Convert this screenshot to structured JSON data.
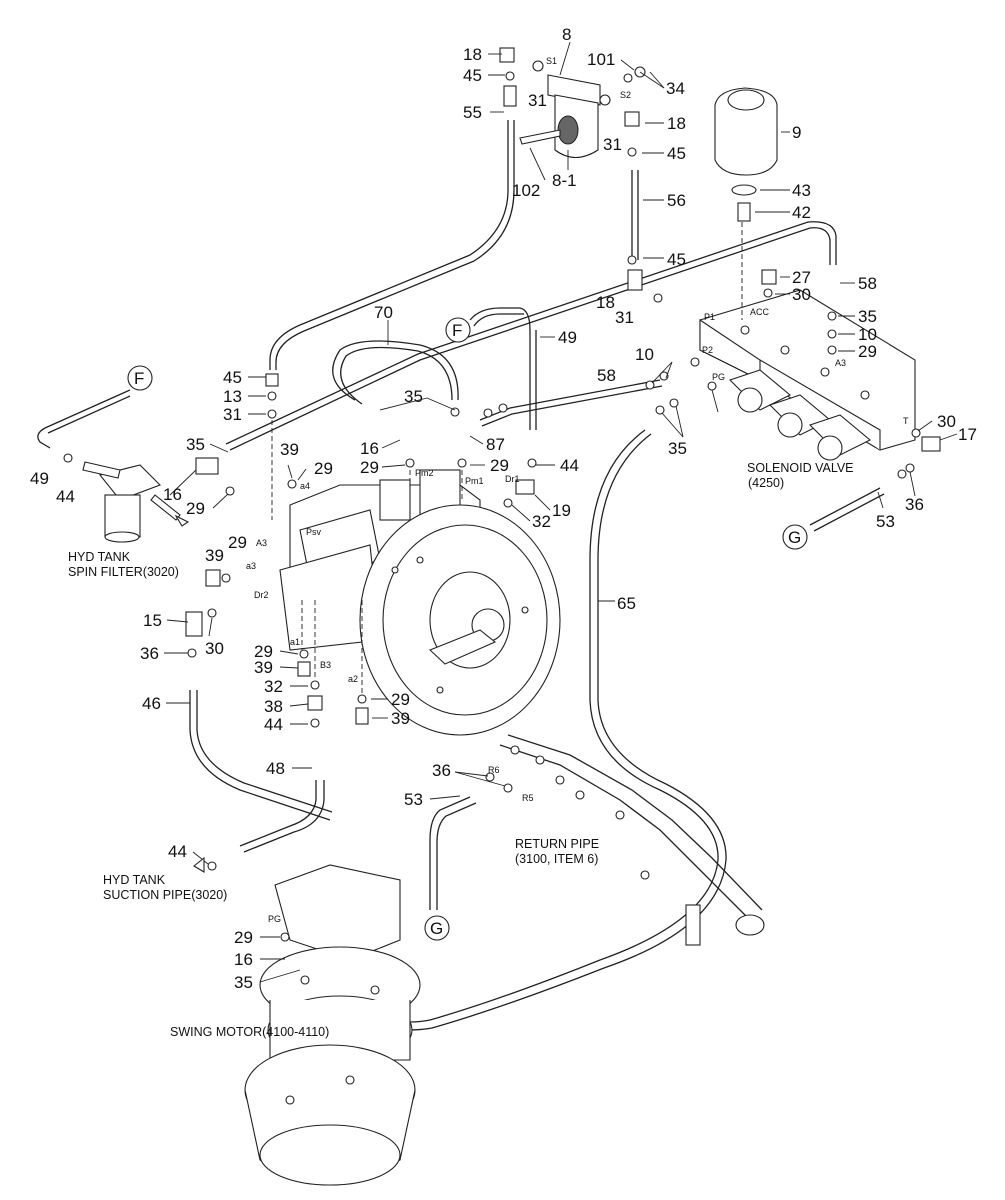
{
  "part_numbers": [
    {
      "n": "8"
    },
    {
      "n": "18"
    },
    {
      "n": "45"
    },
    {
      "n": "31"
    },
    {
      "n": "S1",
      "small": true
    },
    {
      "n": "101"
    },
    {
      "n": "34"
    },
    {
      "n": "S2",
      "small": true
    },
    {
      "n": "18"
    },
    {
      "n": "31"
    },
    {
      "n": "45"
    },
    {
      "n": "55"
    },
    {
      "n": "102"
    },
    {
      "n": "8-1"
    },
    {
      "n": "9"
    },
    {
      "n": "56"
    },
    {
      "n": "43"
    },
    {
      "n": "42"
    },
    {
      "n": "45"
    },
    {
      "n": "27"
    },
    {
      "n": "18"
    },
    {
      "n": "31"
    },
    {
      "n": "30"
    },
    {
      "n": "58"
    },
    {
      "n": "70"
    },
    {
      "n": "49"
    },
    {
      "n": "35"
    },
    {
      "n": "10"
    },
    {
      "n": "29"
    },
    {
      "n": "45"
    },
    {
      "n": "13"
    },
    {
      "n": "31"
    },
    {
      "n": "10"
    },
    {
      "n": "58"
    },
    {
      "n": "35"
    },
    {
      "n": "87"
    },
    {
      "n": "16"
    },
    {
      "n": "35"
    },
    {
      "n": "39"
    },
    {
      "n": "29"
    },
    {
      "n": "29"
    },
    {
      "n": "44"
    },
    {
      "n": "29"
    },
    {
      "n": "35"
    },
    {
      "n": "30"
    },
    {
      "n": "17"
    },
    {
      "n": "49"
    },
    {
      "n": "44"
    },
    {
      "n": "16"
    },
    {
      "n": "29"
    },
    {
      "n": "32"
    },
    {
      "n": "19"
    },
    {
      "n": "36"
    },
    {
      "n": "53"
    },
    {
      "n": "39"
    },
    {
      "n": "29"
    },
    {
      "n": "15"
    },
    {
      "n": "30"
    },
    {
      "n": "65"
    },
    {
      "n": "36"
    },
    {
      "n": "29"
    },
    {
      "n": "39"
    },
    {
      "n": "32"
    },
    {
      "n": "46"
    },
    {
      "n": "38"
    },
    {
      "n": "29"
    },
    {
      "n": "44"
    },
    {
      "n": "39"
    },
    {
      "n": "48"
    },
    {
      "n": "36"
    },
    {
      "n": "53"
    },
    {
      "n": "44"
    },
    {
      "n": "29"
    },
    {
      "n": "16"
    },
    {
      "n": "35"
    }
  ],
  "port_labels": [
    {
      "n": "P1"
    },
    {
      "n": "ACC"
    },
    {
      "n": "P2"
    },
    {
      "n": "PG"
    },
    {
      "n": "A3"
    },
    {
      "n": "T"
    },
    {
      "n": "Pm2"
    },
    {
      "n": "Pm1"
    },
    {
      "n": "Dr1"
    },
    {
      "n": "Psv"
    },
    {
      "n": "A3"
    },
    {
      "n": "a4"
    },
    {
      "n": "a3"
    },
    {
      "n": "Dr2"
    },
    {
      "n": "a1"
    },
    {
      "n": "B3"
    },
    {
      "n": "a2"
    },
    {
      "n": "R6"
    },
    {
      "n": "R5"
    },
    {
      "n": "PG"
    }
  ],
  "connectors": [
    "F",
    "F",
    "G",
    "G"
  ],
  "captions": {
    "solenoid_valve": [
      "SOLENOID VALVE",
      "(4250)"
    ],
    "spin_filter": [
      "HYD TANK",
      "SPIN FILTER(3020)"
    ],
    "return_pipe": [
      "RETURN PIPE",
      "(3100, ITEM 6)"
    ],
    "suction_pipe": [
      "HYD TANK",
      "SUCTION PIPE(3020)"
    ],
    "swing_motor": [
      "SWING MOTOR(4100-4110)"
    ]
  }
}
